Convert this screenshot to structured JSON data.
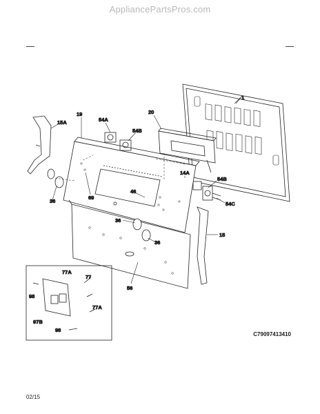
{
  "watermark": "AppliancePartsPros.com",
  "diagram_code": "C79097413410",
  "revision_date": "02/15",
  "callouts": {
    "c1": "1",
    "c15A": "15A",
    "c19": "19",
    "c20": "20",
    "c54A": "54A",
    "c54B_top": "54B",
    "c14A": "14A",
    "c54B_right": "54B",
    "c54C": "54C",
    "c46": "46",
    "c69": "69",
    "c36_left": "36",
    "c36_mid": "36",
    "c36_right": "36",
    "c15": "15",
    "c56": "56",
    "c77A_top": "77A",
    "c77": "77",
    "c98_top": "98",
    "c97B": "97B",
    "c77A_bot": "77A",
    "c98_bot": "98"
  }
}
